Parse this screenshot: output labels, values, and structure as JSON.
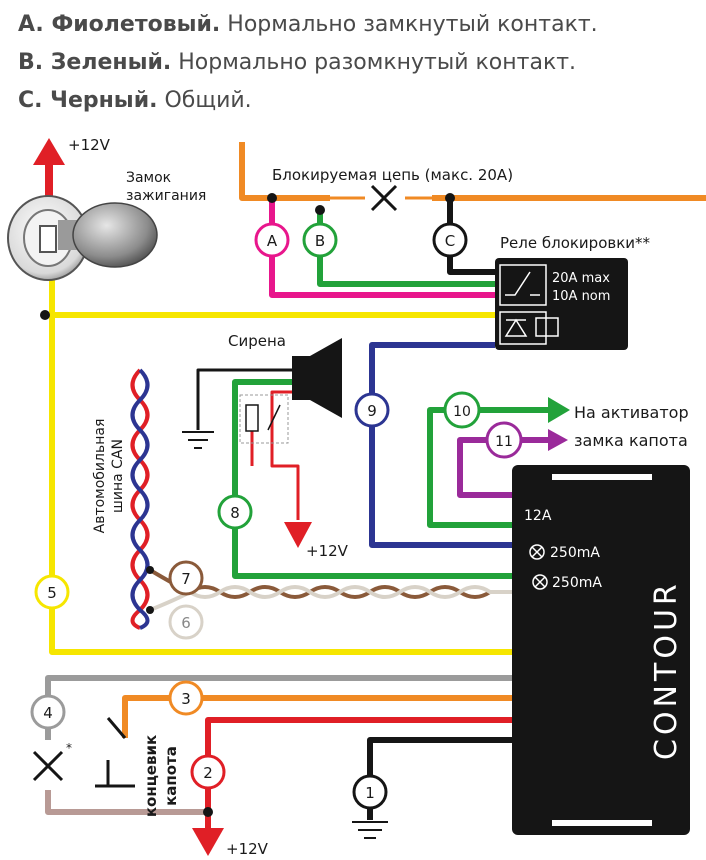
{
  "legend": {
    "a_key": "A. Фиолетовый.",
    "a_text": " Нормально замкнутый контакт.",
    "b_key": "B. Зеленый.",
    "b_text": " Нормально разомкнутый контакт.",
    "c_key": "C. Черный.",
    "c_text": " Общий."
  },
  "labels": {
    "plus12_top": "+12V",
    "ignition_1": "Замок",
    "ignition_2": "зажигания",
    "blocked_circuit": "Блокируемая цепь (макс. 20А)",
    "relay": "Реле блокировки**",
    "relay_max": "20A max",
    "relay_nom": "10A nom",
    "siren": "Сирена",
    "can_1": "Автомобильная",
    "can_2": "шина CAN",
    "plus12_siren": "+12V",
    "hood_act_1": "На активатор",
    "hood_act_2": "замка капота",
    "out_12a": "12A",
    "out_250_1": "250mA",
    "out_250_2": "250mA",
    "brand": "CONTOUR",
    "hood_sw_1": "концевик",
    "hood_sw_2": "капота",
    "plus12_bottom": "+12V",
    "asterisk": "*"
  },
  "contacts": {
    "a": "A",
    "b": "B",
    "c": "C"
  },
  "wires": [
    "1",
    "2",
    "3",
    "4",
    "5",
    "6",
    "7",
    "8",
    "9",
    "10",
    "11"
  ],
  "colors": {
    "orange": "#f08a24",
    "magenta": "#e8168c",
    "green": "#22a23a",
    "yellow": "#f6e600",
    "blue": "#2c3592",
    "purple": "#9a2a9a",
    "red": "#e01f26",
    "grey": "#9b9b9b",
    "brown": "#8a5a3a",
    "black": "#151515"
  }
}
